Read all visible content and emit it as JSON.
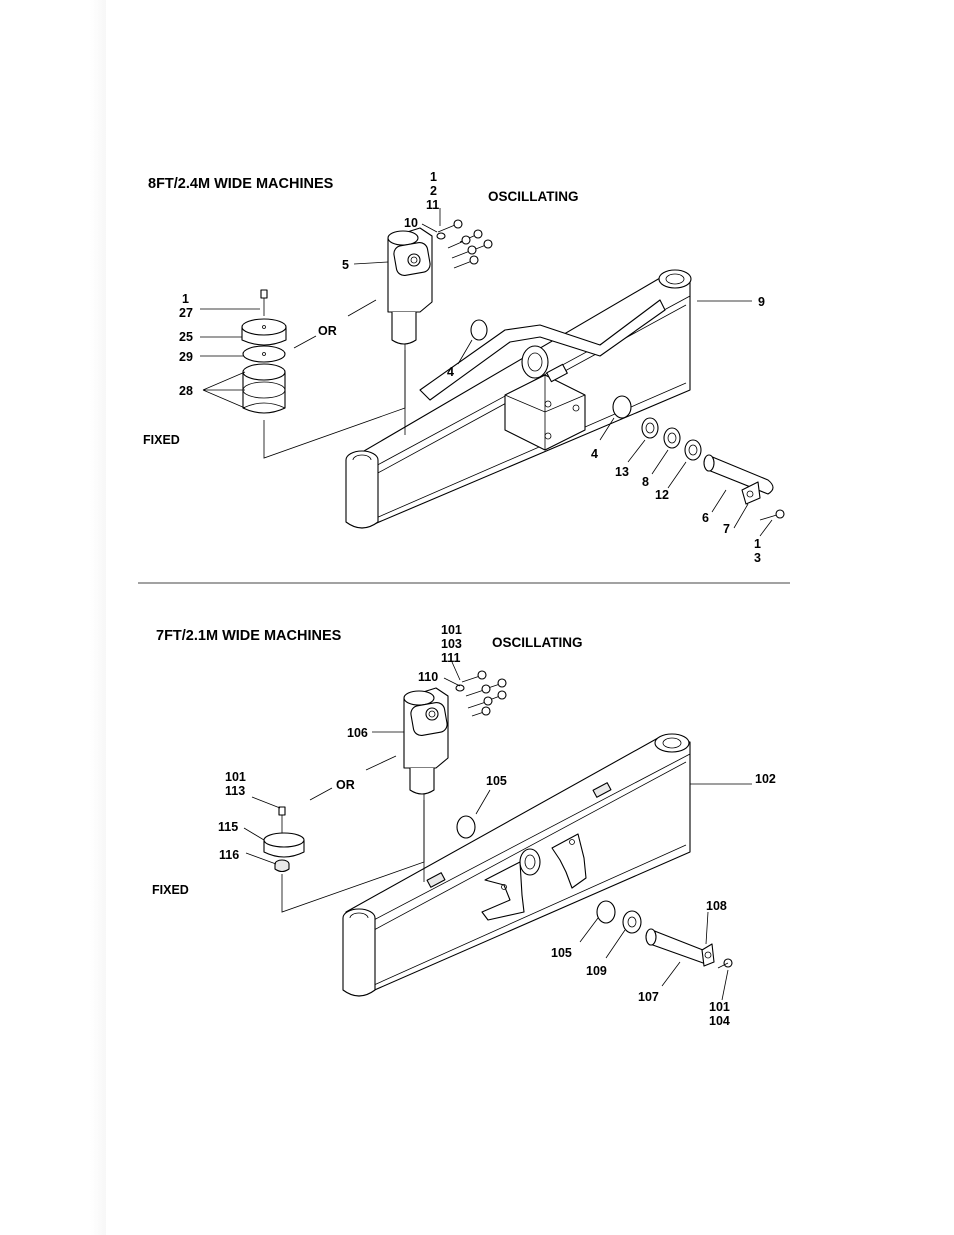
{
  "sections": [
    {
      "title": "8FT/2.4M WIDE MACHINES",
      "oscillating": "OSCILLATING",
      "or": "OR",
      "fixed": "FIXED",
      "callouts": {
        "c1a": "1",
        "c2": "2",
        "c11": "11",
        "c10": "10",
        "c5": "5",
        "c1b": "1",
        "c27": "27",
        "c25": "25",
        "c29": "29",
        "c28": "28",
        "c9": "9",
        "c4a": "4",
        "c4b": "4",
        "c13": "13",
        "c8": "8",
        "c12": "12",
        "c6": "6",
        "c7": "7",
        "c1c": "1",
        "c3": "3"
      }
    },
    {
      "title": "7FT/2.1M WIDE MACHINES",
      "oscillating": "OSCILLATING",
      "or": "OR",
      "fixed": "FIXED",
      "callouts": {
        "c101a": "101",
        "c103": "103",
        "c111": "111",
        "c110": "110",
        "c106": "106",
        "c101b": "101",
        "c113": "113",
        "c115": "115",
        "c116": "116",
        "c105a": "105",
        "c102": "102",
        "c105b": "105",
        "c109": "109",
        "c107": "107",
        "c108": "108",
        "c101c": "101",
        "c104": "104"
      }
    }
  ]
}
